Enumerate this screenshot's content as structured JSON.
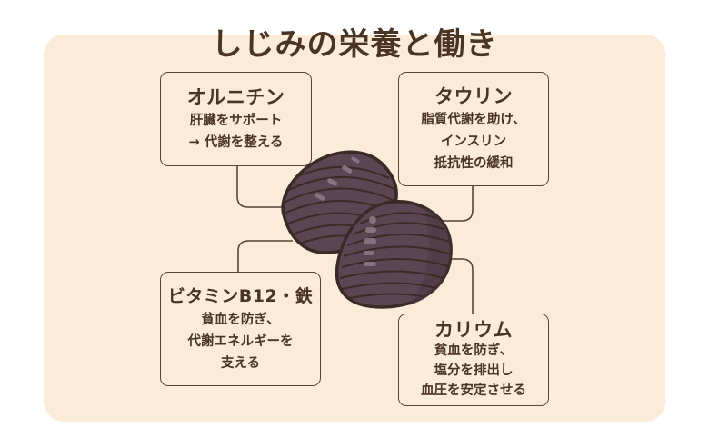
{
  "title": "しじみの栄養と働き",
  "colors": {
    "panel_bg": "#fbebd9",
    "text": "#4a3424",
    "border": "#5a4535",
    "shell_fill": "#5b4552",
    "shell_outline": "#3a2a26"
  },
  "illustration": {
    "subject": "two-shijimi-clams"
  },
  "nutrients": [
    {
      "name": "オルニチン",
      "lines": [
        "肝臓をサポート",
        "→ 代謝を整える"
      ]
    },
    {
      "name": "タウリン",
      "lines": [
        "脂質代謝を助け、",
        "インスリン",
        "抵抗性の緩和"
      ]
    },
    {
      "name": "ビタミンB12・鉄",
      "lines": [
        "貧血を防ぎ、",
        "代謝エネルギーを",
        "支える"
      ]
    },
    {
      "name": "カリウム",
      "lines": [
        "貧血を防ぎ、",
        "塩分を排出し",
        "血圧を安定させる"
      ]
    }
  ]
}
